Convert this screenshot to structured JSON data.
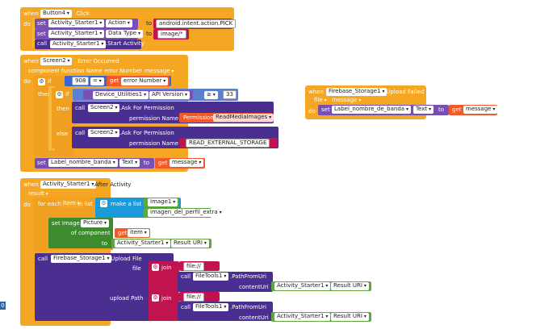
{
  "block1": {
    "when": "when",
    "component": "Button4",
    "event": ".Click",
    "do": "do",
    "set": "set",
    "call": "call",
    "to": "to",
    "r1_comp": "Activity_Starter1",
    "r1_prop": "Action",
    "r1_val": "android.intent.action.PICK",
    "r2_comp": "Activity_Starter1",
    "r2_prop": "Data Type",
    "r2_val": "image/*",
    "r3_comp": "Activity_Starter1",
    "r3_method": ".Start Activity"
  },
  "block2": {
    "when": "when",
    "component": "Screen2",
    "event": ".Error Occurred",
    "param_component": "component",
    "param_function": "function Name",
    "param_error": "error Number",
    "param_message": "message",
    "do": "do",
    "if": "if",
    "then": "then",
    "else": "else",
    "get": "get",
    "call": "call",
    "set": "set",
    "to": "to",
    "num908": "908",
    "eq": "=",
    "get_error": "error Number",
    "device": "Device_Utilities1",
    "api": "API Version",
    "gte": "≥",
    "num33": "33",
    "call1_comp": "Screen2",
    "call1_method": ".Ask For Permission",
    "perm_name": "permission Name",
    "perm_kw": "Permission",
    "perm_val": "ReadMediaImages",
    "call2_comp": "Screen2",
    "call2_method": ".Ask For Permission",
    "perm_name2": "permission Name",
    "perm_text": "READ_EXTERNAL_STORAGE",
    "set_comp": "Label_nombre_banda",
    "set_prop": "Text",
    "get_msg": "message"
  },
  "block3": {
    "when": "when",
    "component": "Activity_Starter1",
    "event": ".After Activity",
    "param": "result",
    "do": "do",
    "foreach": "for each",
    "item": "item",
    "inlist": "in list",
    "makelist": "make a list",
    "list1": "Image1",
    "list2": "imagen_del_perfil_extra",
    "setimg": "set Image.",
    "picture": "Picture",
    "ofcomp": "of component",
    "get": "get",
    "get_item": "item",
    "to": "to",
    "res_comp": "Activity_Starter1",
    "res_prop": "Result URI",
    "call": "call",
    "fs_comp": "Firebase_Storage1",
    "fs_method": ".Upload File",
    "file": "file",
    "uploadpath": "upload Path",
    "join": "join",
    "fileprefix": "file://",
    "ft_comp": "FileTools1",
    "ft_method": ".PathFromUri",
    "contentUri": "contentUri",
    "cu_comp": "Activity_Starter1",
    "cu_prop": "Result URI"
  },
  "block4": {
    "when": "when",
    "component": "Firebase_Storage1",
    "event": ".Upload Failed",
    "param_file": "file",
    "param_message": "message",
    "do": "do",
    "set": "set",
    "comp": "Label_nombre_de_banda",
    "prop": "Text",
    "to": "to",
    "get": "get",
    "get_msg": "message"
  },
  "left_badge": "0"
}
